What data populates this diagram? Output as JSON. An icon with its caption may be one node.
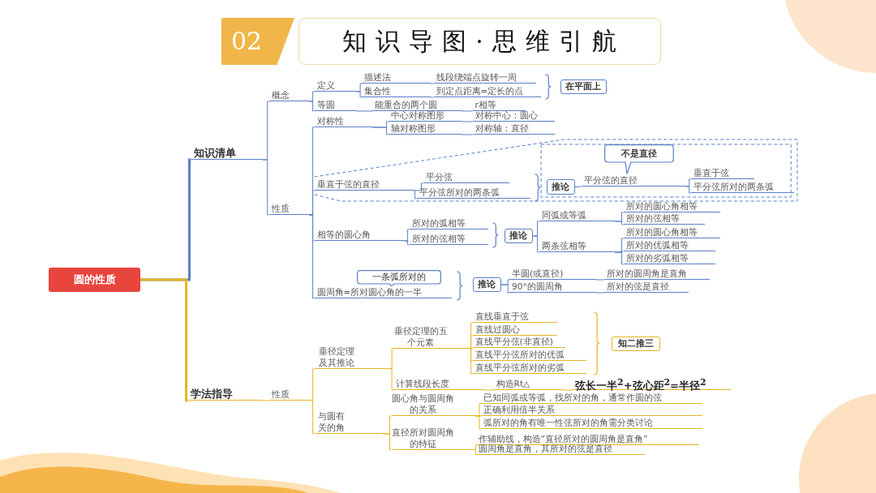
{
  "diagram": {
    "title": "知识导图·思维引航",
    "nodes": [
      {
        "text": [
          "圆的性质"
        ]
      },
      {
        "text": [
          "知识清单"
        ]
      },
      {
        "text": [
          "概念"
        ]
      },
      {
        "text": [
          "定义"
        ]
      },
      {
        "text": [
          "描述法"
        ]
      },
      {
        "text": [
          "线段绕端点旋转一周"
        ]
      },
      {
        "text": [
          "集合性"
        ]
      },
      {
        "text": [
          "到定点距离=定长的点"
        ]
      },
      {
        "text": [
          "在平面上"
        ]
      },
      {
        "text": [
          "等圆"
        ]
      },
      {
        "text": [
          "能重合的两个圆"
        ]
      },
      {
        "text": [
          "r相等"
        ]
      },
      {
        "text": [
          "性质"
        ]
      },
      {
        "text": [
          "对称性"
        ]
      },
      {
        "text": [
          "中心对称图形"
        ]
      },
      {
        "text": [
          "对称中心：圆心"
        ]
      },
      {
        "text": [
          "轴对称图形"
        ]
      },
      {
        "text": [
          "对称轴：直径"
        ]
      },
      {
        "text": [
          "垂直于弦的直径"
        ]
      },
      {
        "text": [
          "平分弦"
        ]
      },
      {
        "text": [
          "平分弦所对的两条弧"
        ]
      },
      {
        "text": [
          "推论"
        ]
      },
      {
        "text": [
          "平分弦的直径"
        ]
      },
      {
        "text": [
          "不是直径"
        ]
      },
      {
        "text": [
          "垂直于弦"
        ]
      },
      {
        "text": [
          "平分弦所对的两条弧"
        ]
      },
      {
        "text": [
          "相等的圆心角"
        ]
      },
      {
        "text": [
          "所对的弧相等"
        ]
      },
      {
        "text": [
          "所对的弦相等"
        ]
      },
      {
        "text": [
          "推论"
        ]
      },
      {
        "text": [
          "同弧或等弧"
        ]
      },
      {
        "text": [
          "所对的圆心角相等"
        ]
      },
      {
        "text": [
          "所对的弦相等"
        ]
      },
      {
        "text": [
          "两条弦相等"
        ]
      },
      {
        "text": [
          "所对的圆心角相等"
        ]
      },
      {
        "text": [
          "所对的优弧相等"
        ]
      },
      {
        "text": [
          "所对的劣弧相等"
        ]
      },
      {
        "text": [
          "一条弧所对的"
        ]
      },
      {
        "text": [
          "圆周角=所对圆心角的一半"
        ]
      },
      {
        "text": [
          "推论"
        ]
      },
      {
        "text": [
          "半圆(或直径)"
        ]
      },
      {
        "text": [
          "所对的圆周角是直角"
        ]
      },
      {
        "text": [
          "90°的圆周角"
        ]
      },
      {
        "text": [
          "所对的弦是直径"
        ]
      },
      {
        "text": [
          "学法指导"
        ]
      },
      {
        "text": [
          "性质"
        ]
      },
      {
        "text": [
          "垂径定理及其推论"
        ]
      },
      {
        "text": [
          "垂径定理的五个元素"
        ]
      },
      {
        "text": [
          "直线垂直于弦"
        ]
      },
      {
        "text": [
          "直线过圆心"
        ]
      },
      {
        "text": [
          "直线平分弦(非直径)"
        ]
      },
      {
        "text": [
          "直线平分弦所对的优弧"
        ]
      },
      {
        "text": [
          "直线平分弦所对的劣弧"
        ]
      },
      {
        "text": [
          "知二推三"
        ]
      },
      {
        "text": [
          "计算线段长度"
        ]
      },
      {
        "text": [
          "构造Rt△"
        ]
      },
      {
        "text": [
          "弦长一半$^{2}$+弦心距$^{2}$=半径$^{2}$"
        ]
      },
      {
        "text": [
          "与圆有关的角"
        ]
      },
      {
        "text": [
          "圆心角与圆周角的关系"
        ]
      },
      {
        "text": [
          "已知同弧或等弧，找所对的角，通常作圆的弦"
        ]
      },
      {
        "text": [
          "正确利用倍半关系"
        ]
      },
      {
        "text": [
          "弧所对的角有唯一性弦所对的角需分类讨论"
        ]
      },
      {
        "text": [
          "直径所对圆周角的特征"
        ]
      },
      {
        "text": [
          "作辅助线，构造“直径所对的圆周角是直角”"
        ]
      },
      {
        "text": [
          "圆周角是直角，其所对的弦是直径"
        ]
      }
    ],
    "edges": [
      {
        "from": 0,
        "to": 1,
        "arrow": "none",
        "style": "thick"
      },
      {
        "from": 1,
        "to": 2,
        "arrow": "none"
      },
      {
        "from": 2,
        "to": 3,
        "arrow": "none"
      },
      {
        "from": 3,
        "to": 4,
        "arrow": "none"
      },
      {
        "from": 4,
        "to": 5,
        "arrow": "none"
      },
      {
        "from": 3,
        "to": 6,
        "arrow": "none"
      },
      {
        "from": 6,
        "to": 7,
        "arrow": "none"
      },
      {
        "from": 2,
        "to": 9,
        "arrow": "none"
      },
      {
        "from": 9,
        "to": 10,
        "arrow": "none"
      },
      {
        "from": 10,
        "to": 11,
        "arrow": "none"
      },
      {
        "from": 1,
        "to": 12,
        "arrow": "none"
      },
      {
        "from": 12,
        "to": 13,
        "arrow": "none"
      },
      {
        "from": 13,
        "to": 14,
        "arrow": "none"
      },
      {
        "from": 14,
        "to": 15,
        "arrow": "none"
      },
      {
        "from": 13,
        "to": 16,
        "arrow": "none"
      },
      {
        "from": 16,
        "to": 17,
        "arrow": "none"
      },
      {
        "from": 12,
        "to": 18,
        "arrow": "none"
      },
      {
        "from": 18,
        "to": 19,
        "arrow": "none"
      },
      {
        "from": 18,
        "to": 20,
        "arrow": "none"
      },
      {
        "from": 21,
        "to": 22,
        "arrow": "none"
      },
      {
        "from": 22,
        "to": 24,
        "arrow": "none"
      },
      {
        "from": 22,
        "to": 25,
        "arrow": "none"
      },
      {
        "from": 12,
        "to": 26,
        "arrow": "none"
      },
      {
        "from": 26,
        "to": 27,
        "arrow": "none"
      },
      {
        "from": 26,
        "to": 28,
        "arrow": "none"
      },
      {
        "from": 29,
        "to": 30,
        "arrow": "none"
      },
      {
        "from": 30,
        "to": 31,
        "arrow": "none"
      },
      {
        "from": 30,
        "to": 32,
        "arrow": "none"
      },
      {
        "from": 29,
        "to": 33,
        "arrow": "none"
      },
      {
        "from": 33,
        "to": 34,
        "arrow": "none"
      },
      {
        "from": 33,
        "to": 35,
        "arrow": "none"
      },
      {
        "from": 33,
        "to": 36,
        "arrow": "none"
      },
      {
        "from": 12,
        "to": 38,
        "arrow": "none"
      },
      {
        "from": 39,
        "to": 40,
        "arrow": "none"
      },
      {
        "from": 40,
        "to": 41,
        "arrow": "none"
      },
      {
        "from": 39,
        "to": 42,
        "arrow": "none"
      },
      {
        "from": 42,
        "to": 43,
        "arrow": "none"
      },
      {
        "from": 0,
        "to": 44,
        "arrow": "none",
        "style": "thick",
        "color": "#e6b422"
      },
      {
        "from": 44,
        "to": 45,
        "arrow": "none",
        "color": "#e6b422"
      },
      {
        "from": 45,
        "to": 46,
        "arrow": "none",
        "color": "#e6b422"
      },
      {
        "from": 46,
        "to": 47,
        "arrow": "none",
        "color": "#e6b422"
      },
      {
        "from": 47,
        "to": 48,
        "arrow": "none",
        "color": "#e6b422"
      },
      {
        "from": 47,
        "to": 49,
        "arrow": "none",
        "color": "#e6b422"
      },
      {
        "from": 47,
        "to": 50,
        "arrow": "none",
        "color": "#e6b422"
      },
      {
        "from": 47,
        "to": 51,
        "arrow": "none",
        "color": "#e6b422"
      },
      {
        "from": 47,
        "to": 52,
        "arrow": "none",
        "color": "#e6b422"
      },
      {
        "from": 46,
        "to": 54,
        "arrow": "none",
        "color": "#e6b422"
      },
      {
        "from": 54,
        "to": 55,
        "arrow": "none",
        "color": "#e6b422"
      },
      {
        "from": 55,
        "to": 56,
        "arrow": "none",
        "color": "#e6b422"
      },
      {
        "from": 45,
        "to": 57,
        "arrow": "none",
        "color": "#e6b422"
      },
      {
        "from": 57,
        "to": 58,
        "arrow": "none",
        "color": "#e6b422"
      },
      {
        "from": 58,
        "to": 59,
        "arrow": "none",
        "color": "#e6b422"
      },
      {
        "from": 58,
        "to": 60,
        "arrow": "none",
        "color": "#e6b422"
      },
      {
        "from": 58,
        "to": 61,
        "arrow": "none",
        "color": "#e6b422"
      },
      {
        "from": 57,
        "to": 62,
        "arrow": "none",
        "color": "#e6b422"
      },
      {
        "from": 62,
        "to": 63,
        "arrow": "none",
        "color": "#e6b422"
      },
      {
        "from": 62,
        "to": 64,
        "arrow": "none",
        "color": "#e6b422"
      }
    ],
    "labels": [
      "02"
    ]
  }
}
